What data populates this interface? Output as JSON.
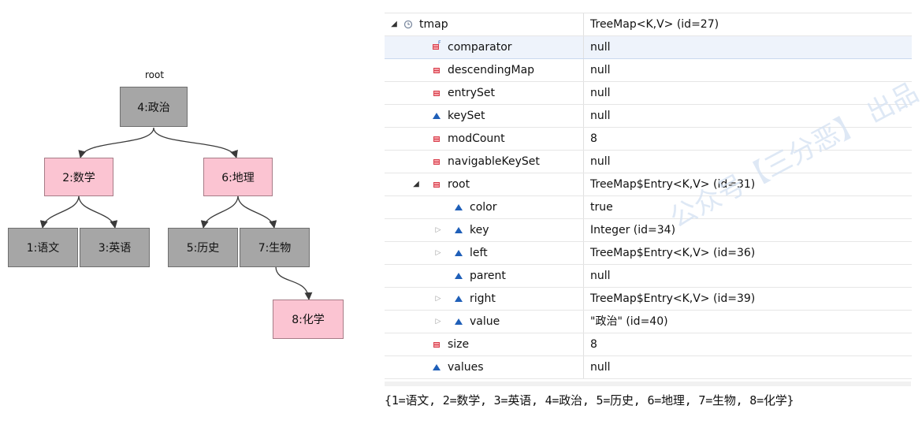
{
  "tree": {
    "root_caption": "root",
    "nodes": [
      {
        "id": "n4",
        "label": "4:政治",
        "color": "#a6a6a6"
      },
      {
        "id": "n2",
        "label": "2:数学",
        "color": "#fbc4d2"
      },
      {
        "id": "n6",
        "label": "6:地理",
        "color": "#fbc4d2"
      },
      {
        "id": "n1",
        "label": "1:语文",
        "color": "#a6a6a6"
      },
      {
        "id": "n3",
        "label": "3:英语",
        "color": "#a6a6a6"
      },
      {
        "id": "n5",
        "label": "5:历史",
        "color": "#a6a6a6"
      },
      {
        "id": "n7",
        "label": "7:生物",
        "color": "#a6a6a6"
      },
      {
        "id": "n8",
        "label": "8:化学",
        "color": "#fbc4d2"
      }
    ]
  },
  "variables": {
    "rows": [
      {
        "name": "tmap",
        "value": "TreeMap<K,V>  (id=27)",
        "icon": "local-variable-icon",
        "twisty": "expanded",
        "selected": false
      },
      {
        "name": "comparator",
        "value": "null",
        "icon": "private-final-field-icon",
        "twisty": "none",
        "selected": true
      },
      {
        "name": "descendingMap",
        "value": "null",
        "icon": "private-field-icon",
        "twisty": "none",
        "selected": false
      },
      {
        "name": "entrySet",
        "value": "null",
        "icon": "private-field-icon",
        "twisty": "none",
        "selected": false
      },
      {
        "name": "keySet",
        "value": "null",
        "icon": "default-field-icon",
        "twisty": "none",
        "selected": false
      },
      {
        "name": "modCount",
        "value": "8",
        "icon": "private-field-icon",
        "twisty": "none",
        "selected": false
      },
      {
        "name": "navigableKeySet",
        "value": "null",
        "icon": "private-field-icon",
        "twisty": "none",
        "selected": false
      },
      {
        "name": "root",
        "value": "TreeMap$Entry<K,V>  (id=31)",
        "icon": "private-field-icon",
        "twisty": "expanded",
        "selected": false
      },
      {
        "name": "color",
        "value": "true",
        "icon": "default-field-icon",
        "twisty": "none",
        "selected": false
      },
      {
        "name": "key",
        "value": "Integer  (id=34)",
        "icon": "default-field-icon",
        "twisty": "collapsed",
        "selected": false
      },
      {
        "name": "left",
        "value": "TreeMap$Entry<K,V>  (id=36)",
        "icon": "default-field-icon",
        "twisty": "collapsed",
        "selected": false
      },
      {
        "name": "parent",
        "value": "null",
        "icon": "default-field-icon",
        "twisty": "none",
        "selected": false
      },
      {
        "name": "right",
        "value": "TreeMap$Entry<K,V>  (id=39)",
        "icon": "default-field-icon",
        "twisty": "collapsed",
        "selected": false
      },
      {
        "name": "value",
        "value": "\"政治\" (id=40)",
        "icon": "default-field-icon",
        "twisty": "collapsed",
        "selected": false
      },
      {
        "name": "size",
        "value": "8",
        "icon": "private-field-icon",
        "twisty": "none",
        "selected": false
      },
      {
        "name": "values",
        "value": "null",
        "icon": "default-field-icon",
        "twisty": "none",
        "selected": false
      }
    ]
  },
  "output": {
    "text": "{1=语文, 2=数学, 3=英语, 4=政治, 5=历史, 6=地理, 7=生物, 8=化学}"
  },
  "watermark": {
    "text": "公众号【三分恶】 出品"
  },
  "colors": {
    "black_node": "#a6a6a6",
    "red_node": "#fbc4d2",
    "private_field": "#d9414e",
    "default_field": "#1f5fb8",
    "selected_row": "#eef3fb"
  }
}
